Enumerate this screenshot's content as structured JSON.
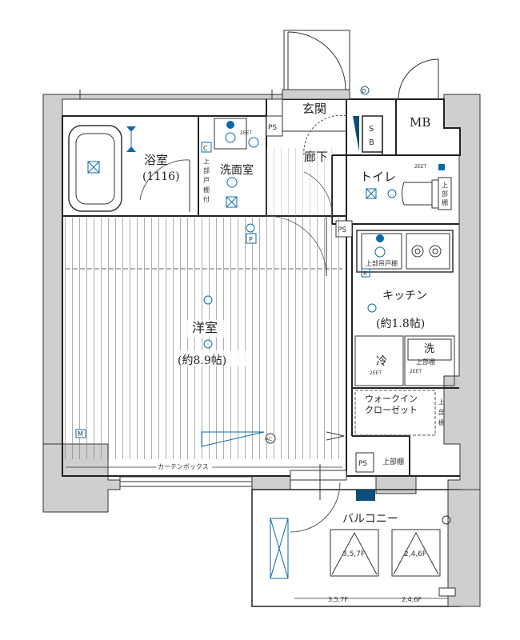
{
  "rooms": {
    "entrance": "玄関",
    "corridor": "廊下",
    "bathroom": "浴室",
    "bathroom_size": "(1116)",
    "washroom": "洗面室",
    "toilet": "トイレ",
    "kitchen": "キッチン",
    "kitchen_size": "(約1.8帖)",
    "western_room": "洋室",
    "western_room_size": "(約8.9帖)",
    "walkin_closet_1": "ウォークイン",
    "walkin_closet_2": "クローゼット",
    "balcony": "バルコニー",
    "mb": "MB"
  },
  "labels": {
    "ps_1": "PS",
    "ps_2": "PS",
    "ps_3": "PS",
    "sb_1": "S",
    "sb_2": "B",
    "upper_door_shelf": "上部戸棚付",
    "upper_shelf_toilet": "上部棚",
    "upper_shelf_kitchen": "上部吊戸棚",
    "fridge": "冷",
    "washer": "洗",
    "upper_shelf_washer": "上部棚",
    "upper_shelf_closet": "上部棚",
    "upper_shelf_ps": "上部棚",
    "curtain_box": "カーテンボックス",
    "ac": "AC",
    "outlet_2eet_1": "2EET",
    "outlet_2eet_2": "2EET",
    "outlet_2eet_3": "2EET",
    "outlet_2eet_4": "2EET",
    "meter": "M",
    "d_mark": "D",
    "p_mark": "P",
    "evac_1": "3,5,7F",
    "evac_2": "2,4,6F",
    "dim_1": "3,5,7F",
    "dim_2": "2,4,6F",
    "c_mark": "C",
    "r_mark": "R"
  }
}
